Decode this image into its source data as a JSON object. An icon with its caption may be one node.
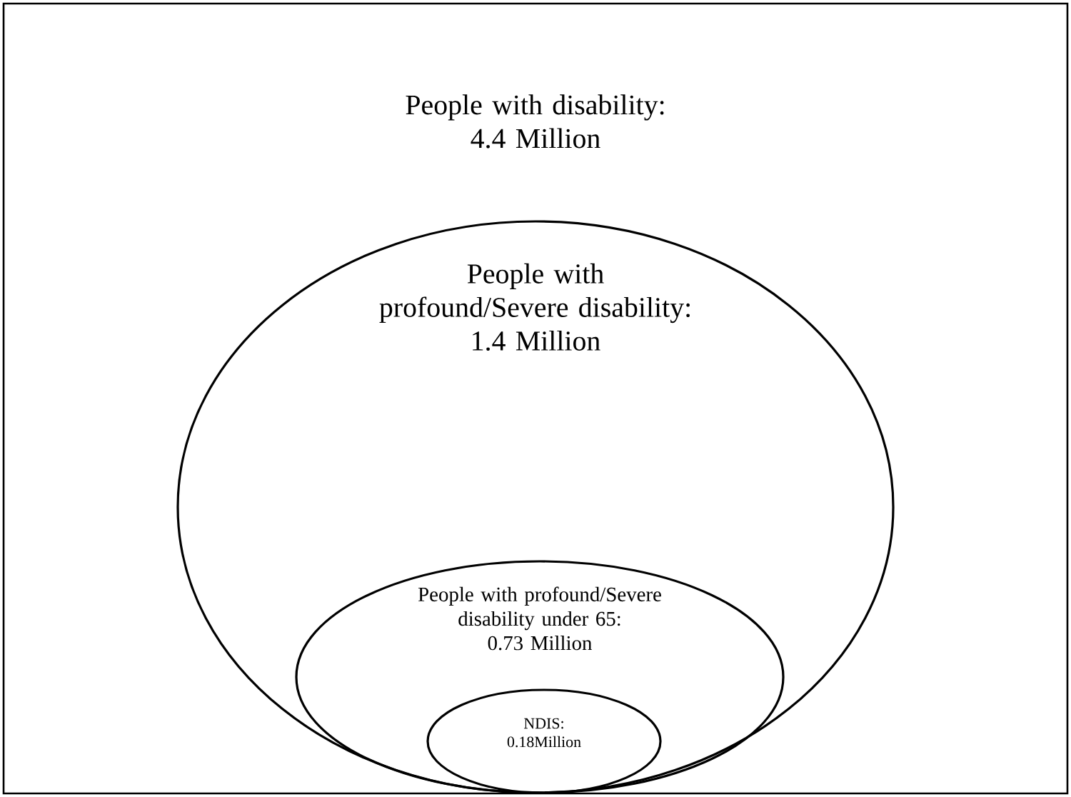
{
  "diagram": {
    "nodes": [
      {
        "text": [
          "People with disability: 4.4 Million"
        ]
      },
      {
        "text": [
          "People with profound/Severe disability: 1.4 Million"
        ],
        "in": 0
      },
      {
        "text": [
          "People with profound/Severe disability under 65: 0.73 Million"
        ],
        "in": 1
      },
      {
        "text": [
          "NDIS: 0.18Million"
        ],
        "in": 2
      }
    ]
  }
}
